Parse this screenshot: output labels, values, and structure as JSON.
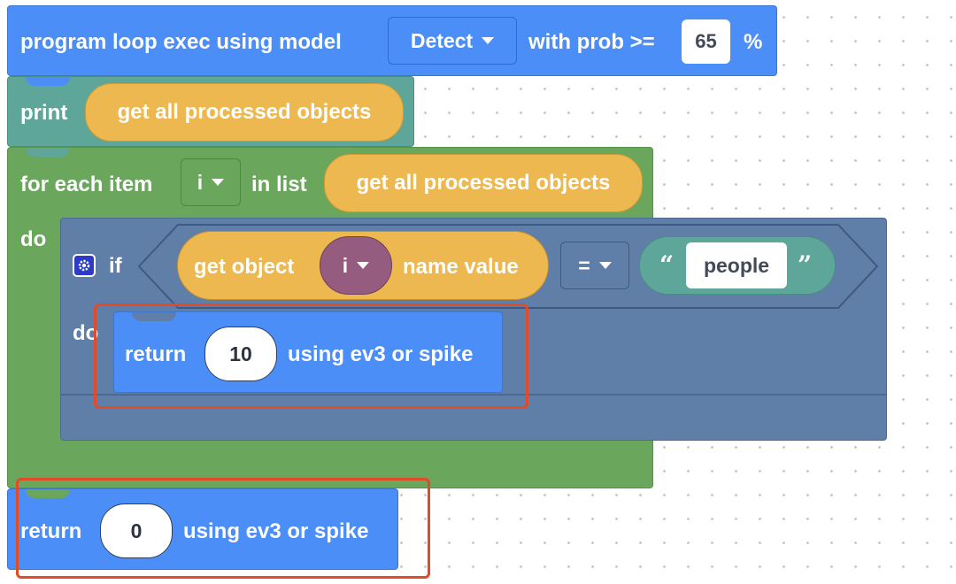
{
  "loop_block": {
    "label": "program loop exec using model",
    "model_value": "Detect",
    "prob_label": "with prob >=",
    "prob_value": "65",
    "percent": "%"
  },
  "print_block": {
    "label": "print",
    "arg": "get all processed objects"
  },
  "for_block": {
    "label": "for each item",
    "var": "i",
    "in_list_label": "in list",
    "list_arg": "get all processed objects",
    "do_label": "do"
  },
  "if_block": {
    "label": "if",
    "get_object_label": "get object",
    "var": "i",
    "name_value_label": "name value",
    "operator": "=",
    "open_quote": "“",
    "text_value": "people",
    "close_quote": "”",
    "do_label": "do"
  },
  "inner_return": {
    "label": "return",
    "value": "10",
    "suffix": "using ev3 or spike"
  },
  "outer_return": {
    "label": "return",
    "value": "0",
    "suffix": "using ev3 or spike"
  },
  "colors": {
    "blue": "#4c8ef7",
    "teal": "#5ea69a",
    "green": "#6aa65c",
    "slate": "#5f7ea8",
    "orange": "#ecb84f",
    "purple": "#955c7f",
    "highlight": "#e24b2a"
  }
}
